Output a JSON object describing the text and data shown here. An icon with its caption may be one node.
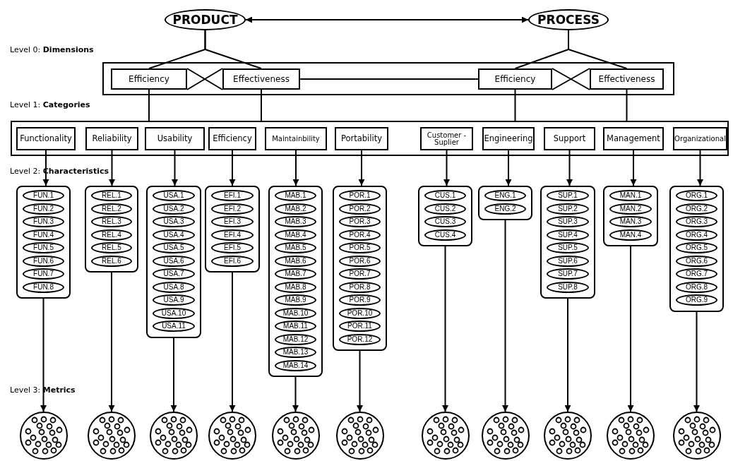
{
  "diagram": {
    "nodes": [
      {
        "text": [
          "PRODUCT"
        ]
      },
      {
        "text": [
          "PROCESS"
        ]
      },
      {
        "text": [],
        "shape": "box"
      },
      {
        "text": [
          "Efficiency"
        ],
        "in": 2
      },
      {
        "text": [
          "Effectiveness"
        ],
        "in": 2
      },
      {
        "text": [
          "Efficiency"
        ],
        "in": 2
      },
      {
        "text": [
          "Effectiveness"
        ],
        "in": 2
      },
      {
        "text": [],
        "shape": "box"
      },
      {
        "text": [
          "Functionality"
        ],
        "in": 7
      },
      {
        "text": [
          "Reliability"
        ],
        "in": 7
      },
      {
        "text": [
          "Usability"
        ],
        "in": 7
      },
      {
        "text": [
          "Efficiency"
        ],
        "in": 7
      },
      {
        "text": [
          "Maintainbility"
        ],
        "in": 7
      },
      {
        "text": [
          "Portability"
        ],
        "in": 7
      },
      {
        "text": [
          "Customer -Suplier"
        ],
        "in": 7
      },
      {
        "text": [
          "Engineering"
        ],
        "in": 7
      },
      {
        "text": [
          "Support"
        ],
        "in": 7
      },
      {
        "text": [
          "Management"
        ],
        "in": 7
      },
      {
        "text": [
          "Organizational"
        ],
        "in": 7
      },
      {
        "text": [],
        "shape": "box"
      },
      {
        "text": [
          "FUN.1"
        ],
        "in": 19
      },
      {
        "text": [
          "FUN.2"
        ],
        "in": 19
      },
      {
        "text": [
          "FUN.3"
        ],
        "in": 19
      },
      {
        "text": [
          "FUN.4"
        ],
        "in": 19
      },
      {
        "text": [
          "FUN.5"
        ],
        "in": 19
      },
      {
        "text": [
          "FUN.6"
        ],
        "in": 19
      },
      {
        "text": [
          "FUN.7"
        ],
        "in": 19
      },
      {
        "text": [
          "FUN.8"
        ],
        "in": 19
      },
      {
        "text": [],
        "shape": "box"
      },
      {
        "text": [
          "REL.1"
        ],
        "in": 28
      },
      {
        "text": [
          "REL.2"
        ],
        "in": 28
      },
      {
        "text": [
          "REL.3"
        ],
        "in": 28
      },
      {
        "text": [
          "REL.4"
        ],
        "in": 28
      },
      {
        "text": [
          "REL.5"
        ],
        "in": 28
      },
      {
        "text": [
          "REL.6"
        ],
        "in": 28
      },
      {
        "text": [],
        "shape": "box"
      },
      {
        "text": [
          "USA.1"
        ],
        "in": 35
      },
      {
        "text": [
          "USA.2"
        ],
        "in": 35
      },
      {
        "text": [
          "USA.3"
        ],
        "in": 35
      },
      {
        "text": [
          "USA.4"
        ],
        "in": 35
      },
      {
        "text": [
          "USA.5"
        ],
        "in": 35
      },
      {
        "text": [
          "USA.6"
        ],
        "in": 35
      },
      {
        "text": [
          "USA.7"
        ],
        "in": 35
      },
      {
        "text": [
          "USA.8"
        ],
        "in": 35
      },
      {
        "text": [
          "USA.9"
        ],
        "in": 35
      },
      {
        "text": [
          "USA.10"
        ],
        "in": 35
      },
      {
        "text": [
          "USA.11"
        ],
        "in": 35
      },
      {
        "text": [],
        "shape": "box"
      },
      {
        "text": [
          "EFI.1"
        ],
        "in": 47
      },
      {
        "text": [
          "EFI.2"
        ],
        "in": 47
      },
      {
        "text": [
          "EFI.3"
        ],
        "in": 47
      },
      {
        "text": [
          "EFI.4"
        ],
        "in": 47
      },
      {
        "text": [
          "EFI.5"
        ],
        "in": 47
      },
      {
        "text": [
          "EFI.6"
        ],
        "in": 47
      },
      {
        "text": [],
        "shape": "box"
      },
      {
        "text": [
          "MAB.1"
        ],
        "in": 54
      },
      {
        "text": [
          "MAB.2"
        ],
        "in": 54
      },
      {
        "text": [
          "MAB.3"
        ],
        "in": 54
      },
      {
        "text": [
          "MAB.4"
        ],
        "in": 54
      },
      {
        "text": [
          "MAB.5"
        ],
        "in": 54
      },
      {
        "text": [
          "MAB.6"
        ],
        "in": 54
      },
      {
        "text": [
          "MAB.7"
        ],
        "in": 54
      },
      {
        "text": [
          "MAB.8"
        ],
        "in": 54
      },
      {
        "text": [
          "MAB.9"
        ],
        "in": 54
      },
      {
        "text": [
          "MAB.10"
        ],
        "in": 54
      },
      {
        "text": [
          "MAB.11"
        ],
        "in": 54
      },
      {
        "text": [
          "MAB.12"
        ],
        "in": 54
      },
      {
        "text": [
          "MAB.13"
        ],
        "in": 54
      },
      {
        "text": [
          "MAB.14"
        ],
        "in": 54
      },
      {
        "text": [],
        "shape": "box"
      },
      {
        "text": [
          "POR.1"
        ],
        "in": 69
      },
      {
        "text": [
          "POR.2"
        ],
        "in": 69
      },
      {
        "text": [
          "POR.3"
        ],
        "in": 69
      },
      {
        "text": [
          "POR.4"
        ],
        "in": 69
      },
      {
        "text": [
          "POR.5"
        ],
        "in": 69
      },
      {
        "text": [
          "POR.6"
        ],
        "in": 69
      },
      {
        "text": [
          "POR.7"
        ],
        "in": 69
      },
      {
        "text": [
          "POR.8"
        ],
        "in": 69
      },
      {
        "text": [
          "POR.9"
        ],
        "in": 69
      },
      {
        "text": [
          "POR.10"
        ],
        "in": 69
      },
      {
        "text": [
          "POR.11"
        ],
        "in": 69
      },
      {
        "text": [
          "POR.12"
        ],
        "in": 69
      },
      {
        "text": [],
        "shape": "box"
      },
      {
        "text": [
          "CUS.1"
        ],
        "in": 82
      },
      {
        "text": [
          "CUS.2"
        ],
        "in": 82
      },
      {
        "text": [
          "CUS.3"
        ],
        "in": 82
      },
      {
        "text": [
          "CUS.4"
        ],
        "in": 82
      },
      {
        "text": [],
        "shape": "box"
      },
      {
        "text": [
          "ENG.1"
        ],
        "in": 87
      },
      {
        "text": [
          "ENG.2"
        ],
        "in": 87
      },
      {
        "text": [],
        "shape": "box"
      },
      {
        "text": [
          "SUP.1"
        ],
        "in": 90
      },
      {
        "text": [
          "SUP.2"
        ],
        "in": 90
      },
      {
        "text": [
          "SUP.3"
        ],
        "in": 90
      },
      {
        "text": [
          "SUP.4"
        ],
        "in": 90
      },
      {
        "text": [
          "SUP.5"
        ],
        "in": 90
      },
      {
        "text": [
          "SUP.6"
        ],
        "in": 90
      },
      {
        "text": [
          "SUP.7"
        ],
        "in": 90
      },
      {
        "text": [
          "SUP.8"
        ],
        "in": 90
      },
      {
        "text": [],
        "shape": "box"
      },
      {
        "text": [
          "MAN.1"
        ],
        "in": 99
      },
      {
        "text": [
          "MAN.2"
        ],
        "in": 99
      },
      {
        "text": [
          "MAN.3"
        ],
        "in": 99
      },
      {
        "text": [
          "MAN.4"
        ],
        "in": 99
      },
      {
        "text": [],
        "shape": "box"
      },
      {
        "text": [
          "ORG.1"
        ],
        "in": 104
      },
      {
        "text": [
          "ORG.2"
        ],
        "in": 104
      },
      {
        "text": [
          "ORG.3"
        ],
        "in": 104
      },
      {
        "text": [
          "ORG.4"
        ],
        "in": 104
      },
      {
        "text": [
          "ORG.5"
        ],
        "in": 104
      },
      {
        "text": [
          "ORG.6"
        ],
        "in": 104
      },
      {
        "text": [
          "ORG.7"
        ],
        "in": 104
      },
      {
        "text": [
          "ORG.8"
        ],
        "in": 104
      },
      {
        "text": [
          "ORG.9"
        ],
        "in": 104
      },
      {
        "text": [],
        "shape": "circle"
      },
      {
        "text": [],
        "shape": "circle"
      },
      {
        "text": [],
        "shape": "circle"
      },
      {
        "text": [],
        "shape": "circle"
      },
      {
        "text": [],
        "shape": "circle"
      },
      {
        "text": [],
        "shape": "circle"
      },
      {
        "text": [],
        "shape": "circle"
      },
      {
        "text": [],
        "shape": "circle"
      },
      {
        "text": [],
        "shape": "circle"
      },
      {
        "text": [],
        "shape": "circle"
      },
      {
        "text": [],
        "shape": "circle"
      }
    ],
    "edges": [
      {
        "from": 0,
        "to": 1,
        "arrow": "both"
      },
      {
        "from": 0,
        "to": 3,
        "arrow": "none"
      },
      {
        "from": 0,
        "to": 4,
        "arrow": "none"
      },
      {
        "from": 1,
        "to": 5,
        "arrow": "none"
      },
      {
        "from": 1,
        "to": 6,
        "arrow": "none"
      },
      {
        "from": 3,
        "to": 4,
        "arrow": "none"
      },
      {
        "from": 4,
        "to": 5,
        "arrow": "none"
      },
      {
        "from": 5,
        "to": 6,
        "arrow": "none"
      },
      {
        "from": 3,
        "to": 7,
        "arrow": "none"
      },
      {
        "from": 4,
        "to": 7,
        "arrow": "none"
      },
      {
        "from": 5,
        "to": 7,
        "arrow": "none"
      },
      {
        "from": 6,
        "to": 7,
        "arrow": "none"
      },
      {
        "from": 8,
        "to": 19,
        "arrow": "to"
      },
      {
        "from": 9,
        "to": 28,
        "arrow": "to"
      },
      {
        "from": 10,
        "to": 35,
        "arrow": "to"
      },
      {
        "from": 11,
        "to": 47,
        "arrow": "to"
      },
      {
        "from": 12,
        "to": 54,
        "arrow": "to"
      },
      {
        "from": 13,
        "to": 69,
        "arrow": "to"
      },
      {
        "from": 14,
        "to": 82,
        "arrow": "to"
      },
      {
        "from": 15,
        "to": 87,
        "arrow": "to"
      },
      {
        "from": 16,
        "to": 90,
        "arrow": "to"
      },
      {
        "from": 17,
        "to": 99,
        "arrow": "to"
      },
      {
        "from": 18,
        "to": 104,
        "arrow": "to"
      },
      {
        "from": 19,
        "to": 114,
        "arrow": "to"
      },
      {
        "from": 28,
        "to": 115,
        "arrow": "to"
      },
      {
        "from": 35,
        "to": 116,
        "arrow": "to"
      },
      {
        "from": 47,
        "to": 117,
        "arrow": "to"
      },
      {
        "from": 54,
        "to": 118,
        "arrow": "to"
      },
      {
        "from": 69,
        "to": 119,
        "arrow": "to"
      },
      {
        "from": 82,
        "to": 120,
        "arrow": "to"
      },
      {
        "from": 87,
        "to": 121,
        "arrow": "to"
      },
      {
        "from": 90,
        "to": 122,
        "arrow": "to"
      },
      {
        "from": 99,
        "to": 123,
        "arrow": "to"
      },
      {
        "from": 104,
        "to": 124,
        "arrow": "to"
      }
    ],
    "labels": [
      "Level 0: **Dimensions**",
      "Level 1: **Categories**",
      "Level 2: **Characteristics**",
      "Level 3: **Metrics**"
    ]
  }
}
